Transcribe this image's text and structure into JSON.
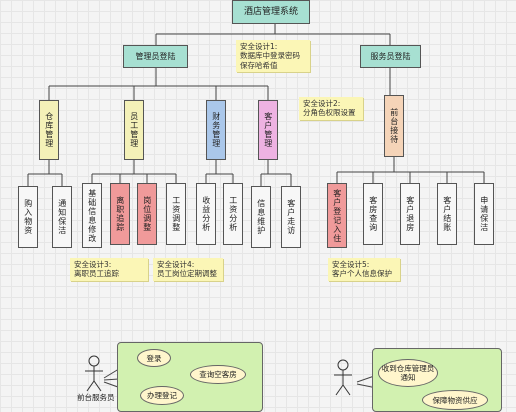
{
  "root": "酒店管理系统",
  "level1": {
    "manager": "管理员登陆",
    "staff": "服务员登陆"
  },
  "modules": {
    "warehouse": "仓库管理",
    "employee": "员工管理",
    "finance": "财务管理",
    "customer": "客户管理",
    "front_desk": "前台接待"
  },
  "leaves": {
    "purchase": "购入物资",
    "notify_clean": "通知保洁",
    "basic_info": "基础信息修改",
    "resign_track": "离职追踪",
    "post_adjust": "岗位调整",
    "salary_adjust": "工资调整",
    "revenue": "收益分析",
    "salary_analysis": "工资分析",
    "info_maintain": "信息维护",
    "customer_visit": "客户走访",
    "checkin": "客户登记入住",
    "room_query": "客房查询",
    "checkout": "客户退房",
    "settle": "客户结账",
    "apply_clean": "申请保洁"
  },
  "notes": {
    "note1": [
      "安全设计1:",
      "数据库中登录密码",
      "保存哈希值"
    ],
    "note2": [
      "安全设计2:",
      "分角色权限设置"
    ],
    "note3": [
      "安全设计3:",
      "离职员工追踪"
    ],
    "note4": [
      "安全设计4:",
      "员工岗位定期调整"
    ],
    "note5": [
      "安全设计5:",
      "客户个人信息保护"
    ]
  },
  "usecase": {
    "actor1": "前台服务员",
    "actor2": "",
    "left_ovals": [
      "登录",
      "查询空客房",
      "办理登记"
    ],
    "right_ovals": [
      "收到仓库管理员通知",
      "保障物资供应"
    ]
  },
  "colors": {
    "teal": "#a7e0d2",
    "yellow": "#f4f1b8",
    "blue": "#aac7ea",
    "pink": "#eeb2e2",
    "peach": "#f5d4b8",
    "red": "#f09a9a",
    "note": "#fbf6b6",
    "panel": "#d2f1b0"
  }
}
